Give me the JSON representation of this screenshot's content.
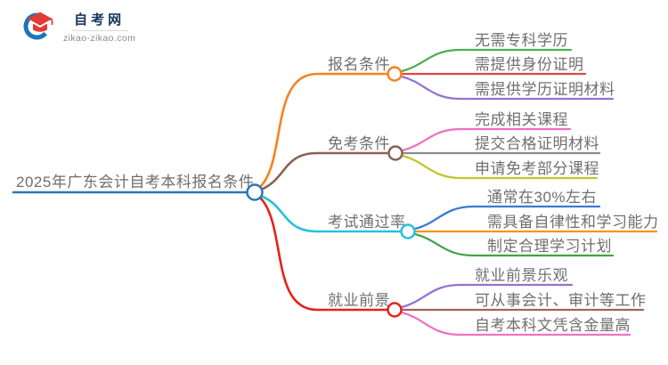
{
  "logo": {
    "icon": "graduation-cap",
    "site_name": "自考网",
    "site_url": "zikao-zikao.com",
    "crescent_color": "#1B75BB",
    "cap_color": "#E23B33"
  },
  "mindmap": {
    "root": {
      "label": "2025年广东会计自考本科报名条件",
      "color": "#2E75B6"
    },
    "branches": [
      {
        "label": "报名条件",
        "color": "#F5821F",
        "children": [
          {
            "label": "无需专科学历",
            "color": "#4CAF50"
          },
          {
            "label": "需提供身份证明",
            "color": "#E24444"
          },
          {
            "label": "需提供学历证明材料",
            "color": "#9473D0"
          }
        ]
      },
      {
        "label": "免考条件",
        "color": "#8A6254",
        "children": [
          {
            "label": "完成相关课程",
            "color": "#F06EC4"
          },
          {
            "label": "提交合格证明材料",
            "color": "#8C8C8C"
          },
          {
            "label": "申请免考部分课程",
            "color": "#C0C62B"
          }
        ]
      },
      {
        "label": "考试通过率",
        "color": "#27C0DC",
        "children": [
          {
            "label": "通常在30%左右",
            "color": "#3C78D8"
          },
          {
            "label": "需具备自律性和学习能力",
            "color": "#F8941D"
          },
          {
            "label": "制定合理学习计划",
            "color": "#41A447"
          }
        ]
      },
      {
        "label": "就业前景",
        "color": "#E2231A",
        "children": [
          {
            "label": "就业前景乐观",
            "color": "#9473D0"
          },
          {
            "label": "可从事会计、审计等工作",
            "color": "#A5625C"
          },
          {
            "label": "自考本科文凭含金量高",
            "color": "#EF72C4"
          }
        ]
      }
    ]
  }
}
